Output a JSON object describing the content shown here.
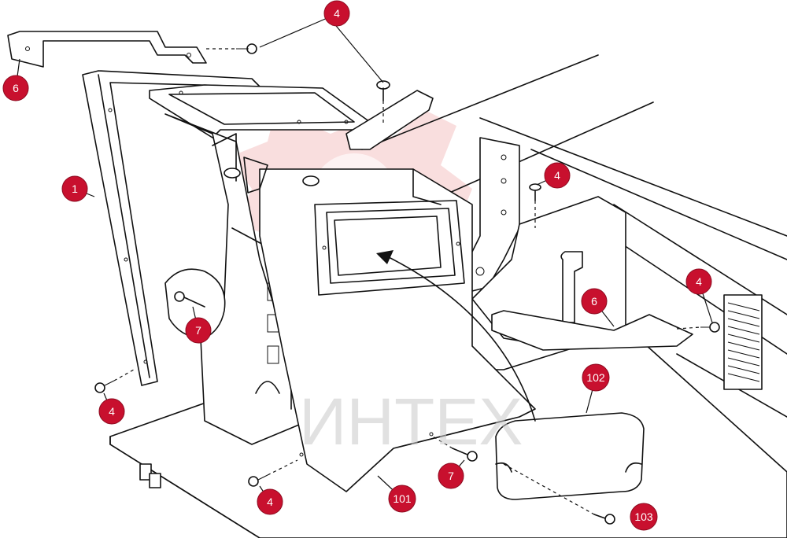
{
  "watermark": {
    "text": "ИНТЕХ",
    "gear_color": "#f2b6b6"
  },
  "callout_color": "#c8102e",
  "callouts": [
    {
      "id": "c1",
      "label": "4"
    },
    {
      "id": "c2",
      "label": "6"
    },
    {
      "id": "c3",
      "label": "1"
    },
    {
      "id": "c4",
      "label": "7"
    },
    {
      "id": "c5",
      "label": "4"
    },
    {
      "id": "c6",
      "label": "4"
    },
    {
      "id": "c7",
      "label": "4"
    },
    {
      "id": "c8",
      "label": "6"
    },
    {
      "id": "c9",
      "label": "4"
    },
    {
      "id": "c10",
      "label": "102"
    },
    {
      "id": "c11",
      "label": "7"
    },
    {
      "id": "c12",
      "label": "101"
    },
    {
      "id": "c13",
      "label": "103"
    }
  ]
}
